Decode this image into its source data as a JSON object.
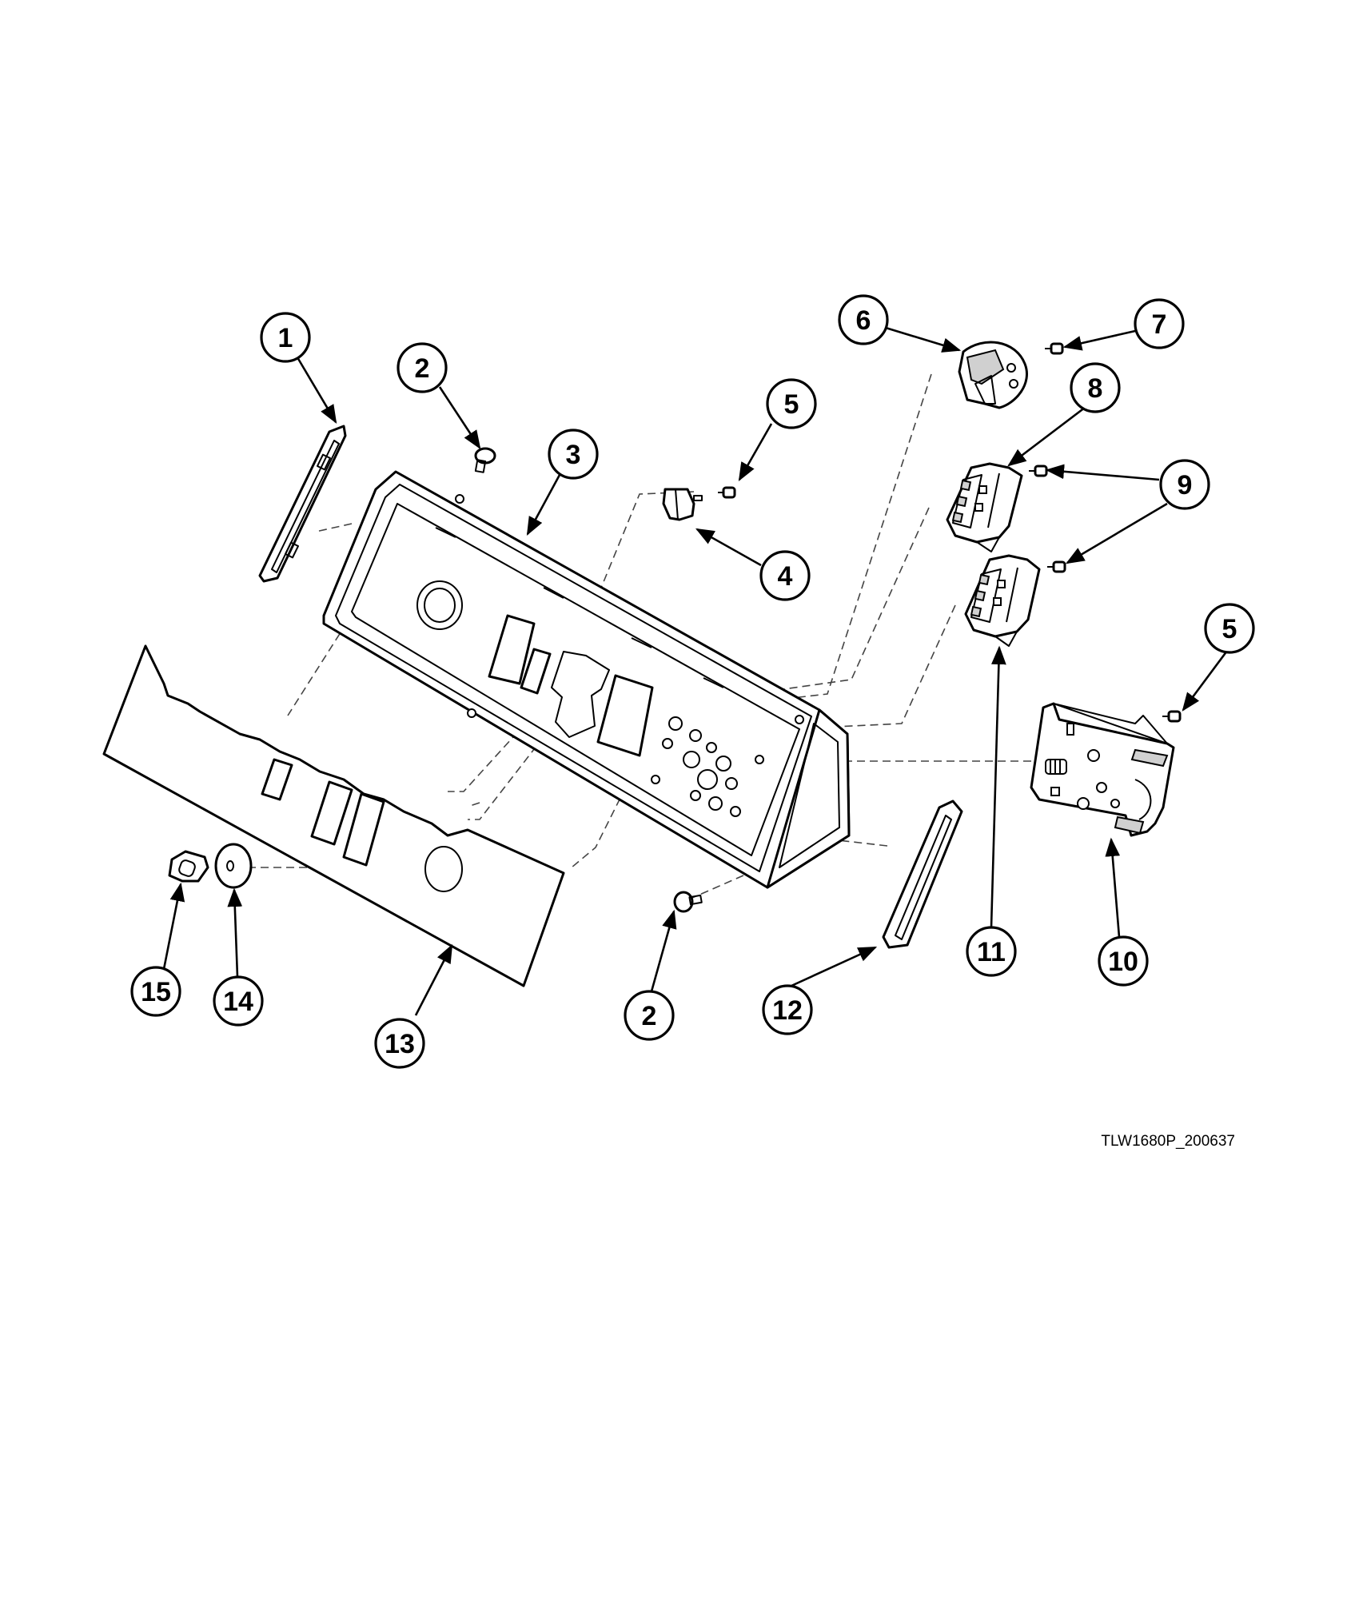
{
  "drawing_id": "TLW1680P_200637",
  "callouts": [
    {
      "label": "1"
    },
    {
      "label": "2"
    },
    {
      "label": "3"
    },
    {
      "label": "5"
    },
    {
      "label": "4"
    },
    {
      "label": "6"
    },
    {
      "label": "7"
    },
    {
      "label": "8"
    },
    {
      "label": "9"
    },
    {
      "label": "5"
    },
    {
      "label": "11"
    },
    {
      "label": "10"
    },
    {
      "label": "12"
    },
    {
      "label": "2"
    },
    {
      "label": "13"
    },
    {
      "label": "14"
    },
    {
      "label": "15"
    }
  ],
  "colors": {
    "line": "#000000",
    "background": "#ffffff"
  }
}
